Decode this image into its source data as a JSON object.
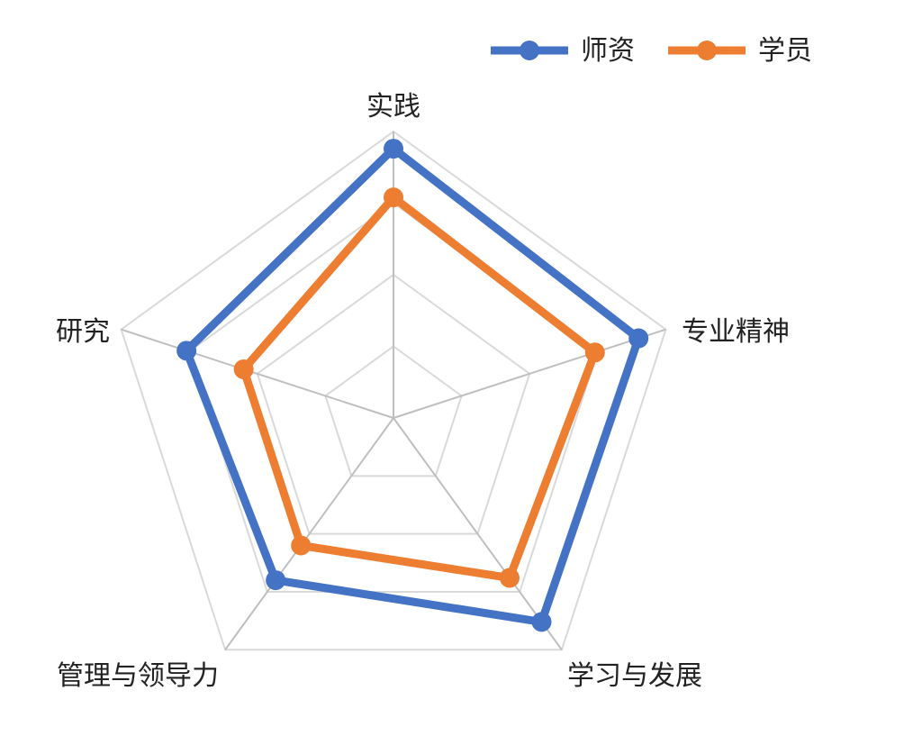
{
  "chart_data": {
    "type": "radar",
    "categories": [
      "实践",
      "专业精神",
      "学习与发展",
      "管理与领导力",
      "研究"
    ],
    "rmax": 1.0,
    "ring_count": 4,
    "grid": true,
    "legend_position": "top-right",
    "series": [
      {
        "name": "师资",
        "values": [
          0.94,
          0.9,
          0.88,
          0.7,
          0.76
        ],
        "color": "#4472C4"
      },
      {
        "name": "学员",
        "values": [
          0.77,
          0.74,
          0.69,
          0.55,
          0.55
        ],
        "color": "#ED7D31"
      }
    ]
  }
}
